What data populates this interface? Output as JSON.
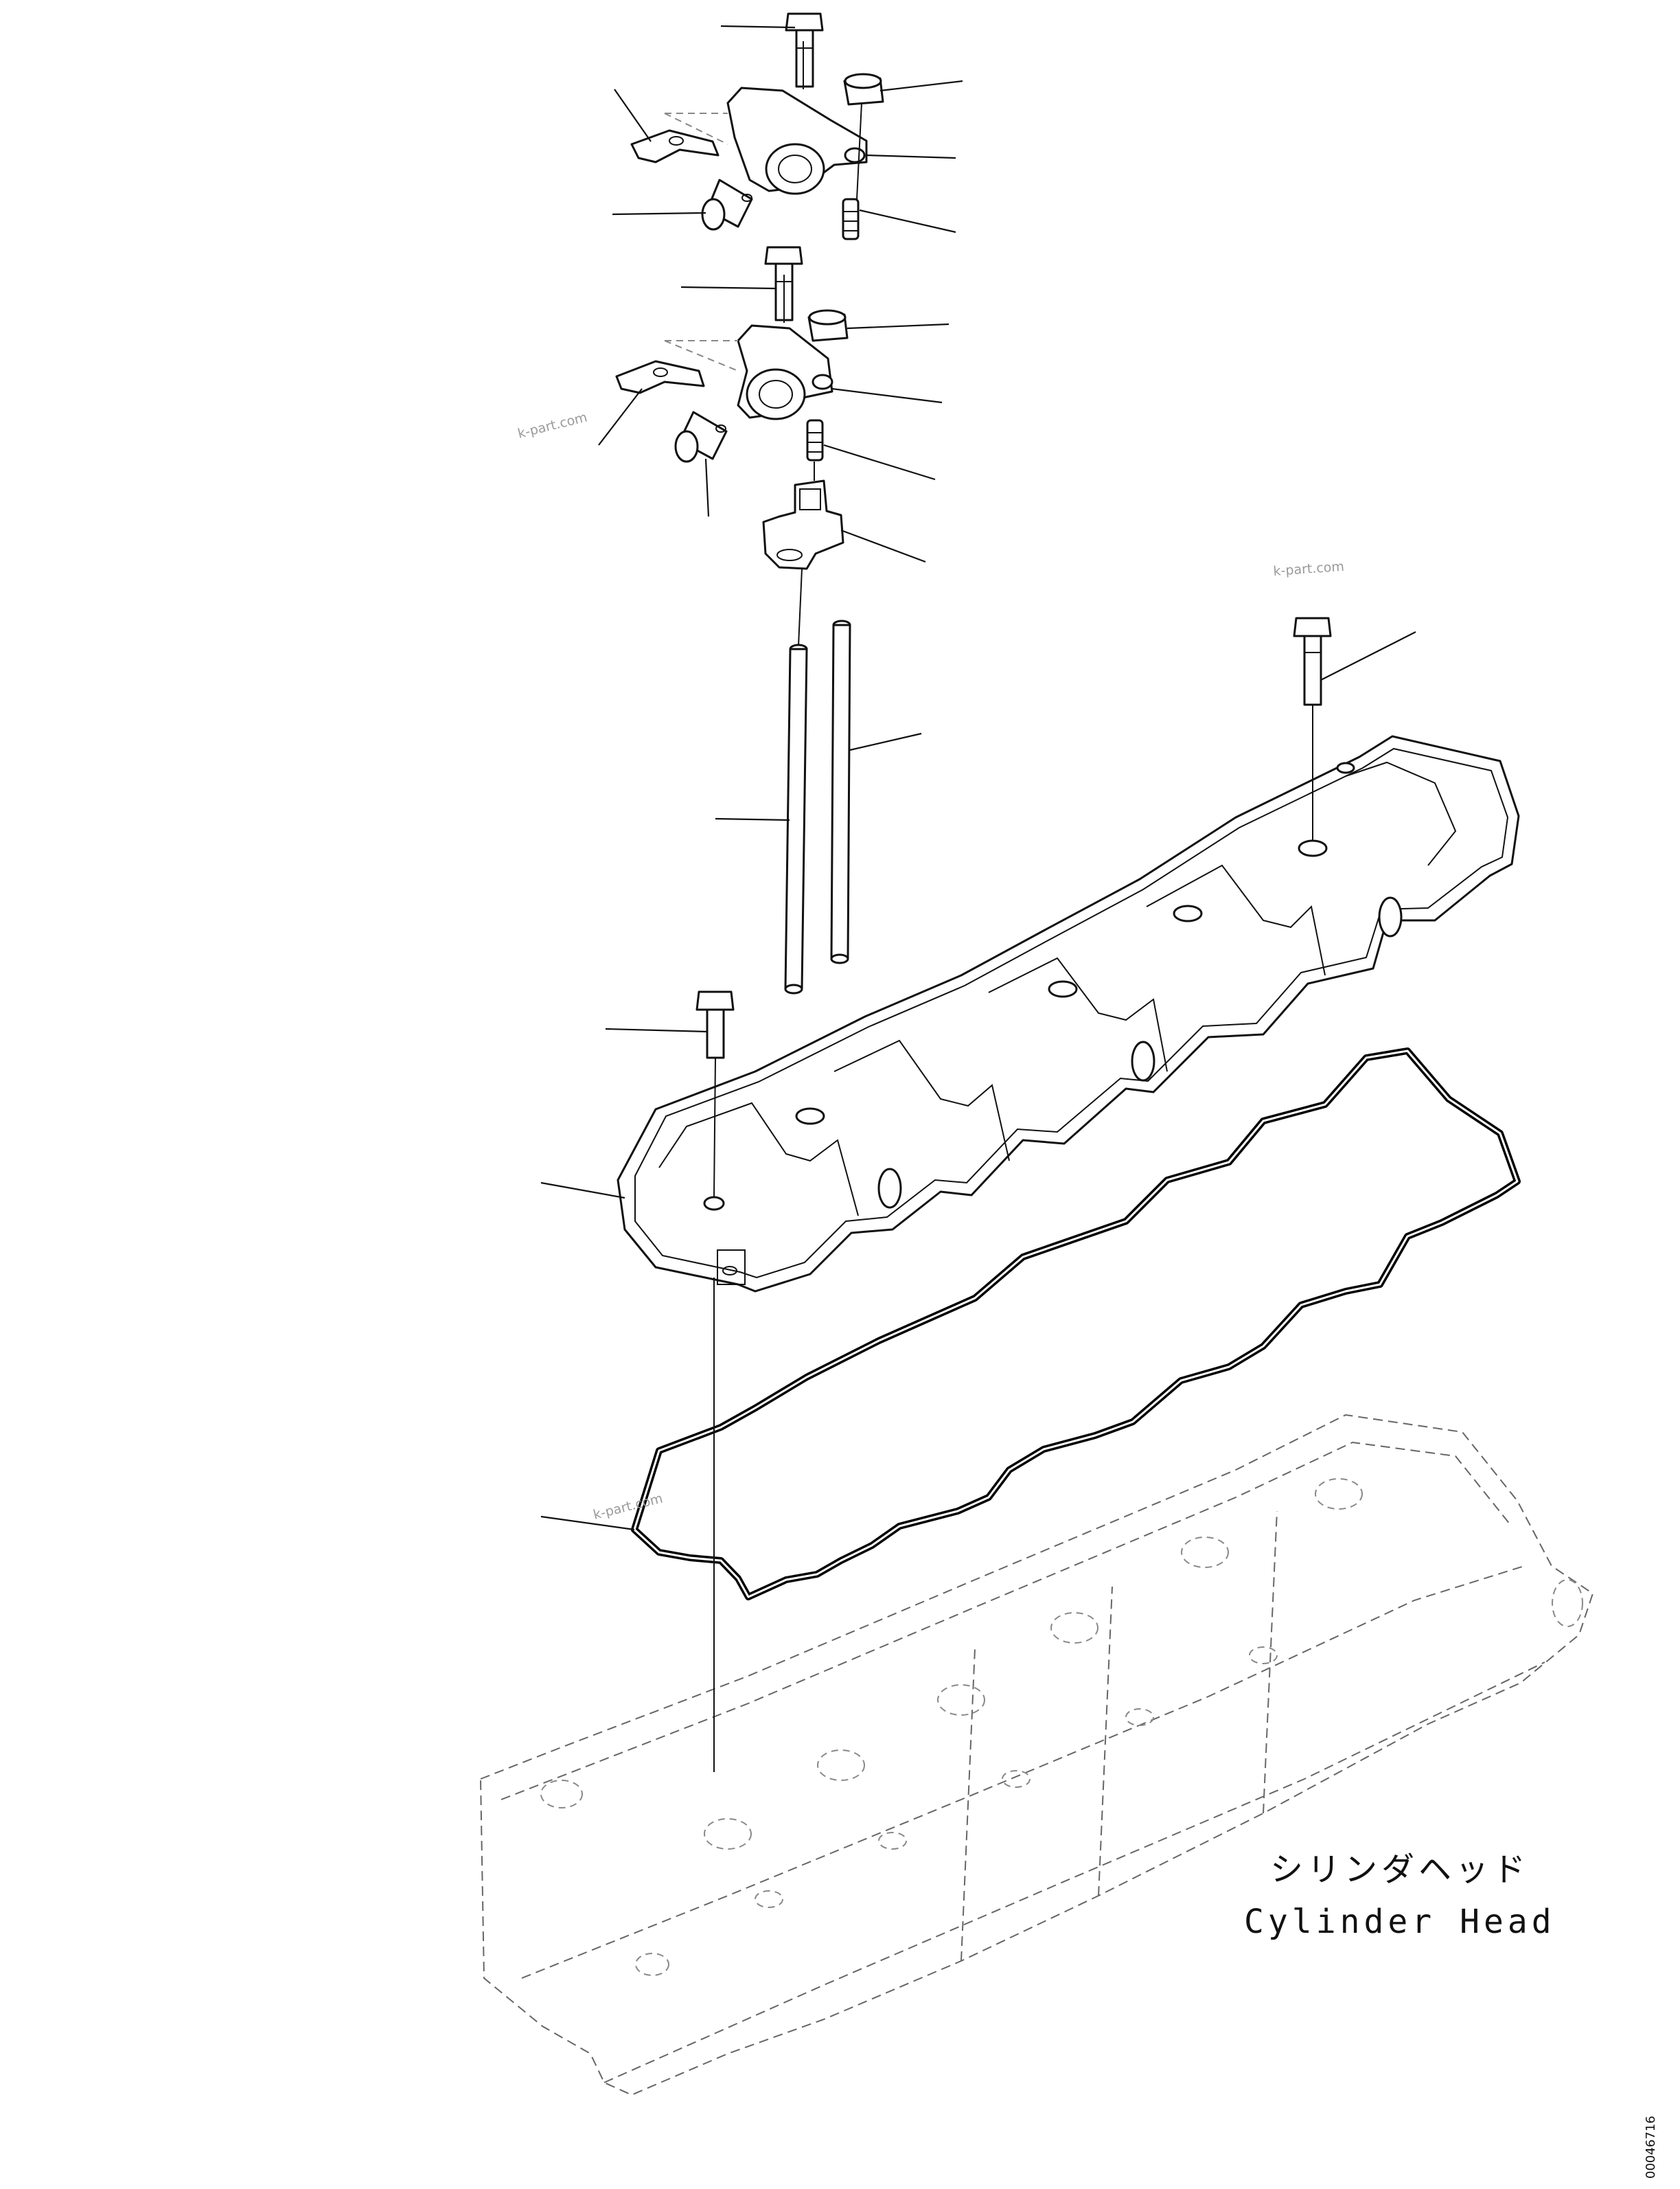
{
  "labels": {
    "cylinder_head_jp": "シリンダヘッド",
    "cylinder_head_en": "Cylinder Head"
  },
  "watermarks": [
    "k-part.com",
    "k-part.com",
    "k-part.com"
  ],
  "drawing_code": "00046716"
}
